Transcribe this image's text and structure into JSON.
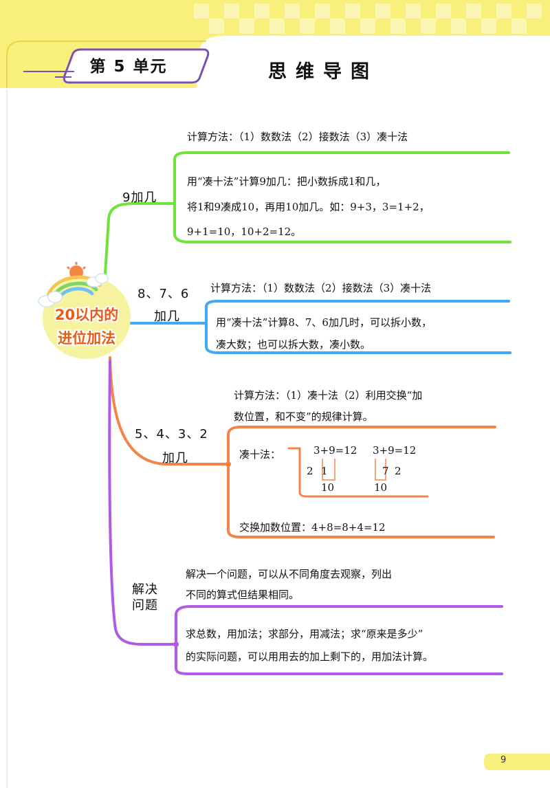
{
  "header": {
    "unit_label": "第 5 单元",
    "title": "思维导图",
    "colors": {
      "band": "#f8f07a",
      "accent": "#7a4fb6"
    }
  },
  "center": {
    "line1": "20以内的",
    "line2": "进位加法",
    "color": "#e85b17"
  },
  "branches": {
    "nine": {
      "label": "9加几",
      "method": "计算方法：（1）数数法（2）接数法（3）凑十法",
      "details": [
        "用“凑十法”计算9加几：把小数拆成1和几，",
        "将1和9凑成10，再用10加几。如：9+3，3=1+2，",
        "9+1=10，10+2=12。"
      ],
      "color": "#6ee33a"
    },
    "eight_seven_six": {
      "label_line1": "8、7、6",
      "label_line2": "加几",
      "method": "计算方法：（1）数数法（2）接数法（3）凑十法",
      "details": [
        "用“凑十法”计算8、7、6加几时，可以拆小数，",
        "凑大数；也可以拆大数，凑小数。"
      ],
      "color": "#3fa9f5"
    },
    "five_to_two": {
      "label_line1": "5、4、3、2",
      "label_line2": "加几",
      "method": [
        "计算方法：（1）凑十法（2）利用交换“加",
        "数位置，和不变”的规律计算。"
      ],
      "make_ten_label": "凑十法：",
      "example1": {
        "equation": "3+9=12",
        "split_left": "2",
        "split_right": "1",
        "sum": "10"
      },
      "example2": {
        "equation": "3+9=12",
        "split_left": "7",
        "split_right": "2",
        "sum": "10"
      },
      "swap": "交换加数位置：4+8=8+4=12",
      "color": "#f5844a"
    },
    "problem": {
      "label_line1": "解决",
      "label_line2": "问题",
      "intro": [
        "解决一个问题，可以从不同角度去观察，列出",
        "不同的算式但结果相同。"
      ],
      "details": [
        "求总数，用加法；求部分，用减法；求“原来是多少”",
        "的实际问题，可以用用去的加上剩下的，用加法计算。"
      ],
      "color": "#b05be8"
    }
  },
  "page_number": "9"
}
